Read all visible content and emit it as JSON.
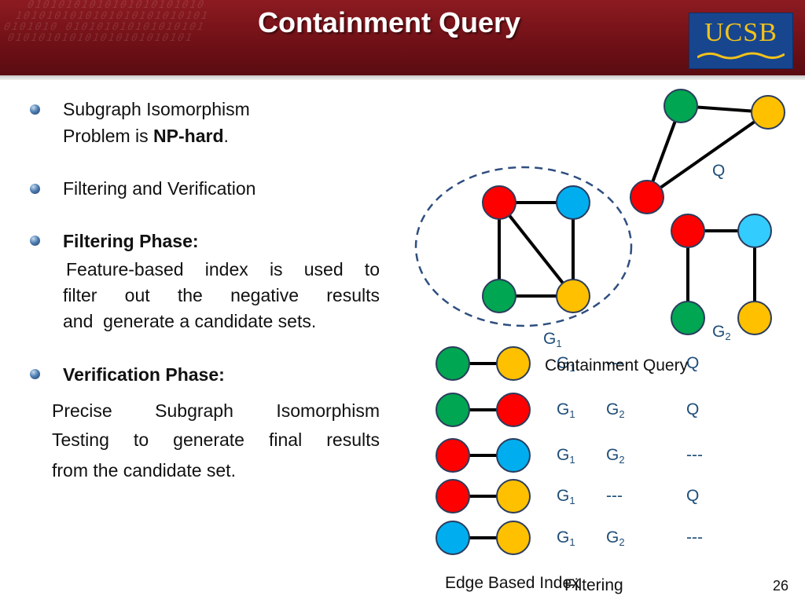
{
  "slide": {
    "title": "Containment Query",
    "logo_text": "UCSB",
    "page_number": "26"
  },
  "bullets": {
    "b1_line1": "Subgraph Isomorphism",
    "b1_line2_prefix": "Problem is ",
    "b1_line2_bold": "NP-hard",
    "b1_line2_suffix": ".",
    "b2": "Filtering and Verification",
    "b3_heading": "Filtering Phase:",
    "b3_line1": "Feature-based index is used to",
    "b3_line2": "filter out the negative results",
    "b3_line3": "and  generate a candidate sets.",
    "b4_heading": "Verification Phase:",
    "b4_line1": "Precise Subgraph Isomorphism",
    "b4_line2": "Testing to generate final results",
    "b4_line3": "from the candidate set."
  },
  "graphs": {
    "q_label": "Q",
    "g1_label": "G",
    "g1_sub": "1",
    "g2_label": "G",
    "g2_sub": "2"
  },
  "index_rows": [
    {
      "c1": "G",
      "c1_sub": "1",
      "c2": "---",
      "c2_sub": "",
      "c3": "Q"
    },
    {
      "c1": "G",
      "c1_sub": "1",
      "c2": "G",
      "c2_sub": "2",
      "c3": "Q"
    },
    {
      "c1": "G",
      "c1_sub": "1",
      "c2": "G",
      "c2_sub": "2",
      "c3": "---"
    },
    {
      "c1": "G",
      "c1_sub": "1",
      "c2": "---",
      "c2_sub": "",
      "c3": "Q"
    },
    {
      "c1": "G",
      "c1_sub": "1",
      "c2": "G",
      "c2_sub": "2",
      "c3": "---"
    }
  ],
  "overlay_caption": "Containment Query",
  "index_caption": "Edge Based Index",
  "filtering_caption": "Filtering",
  "colors": {
    "red": "#ff0000",
    "green": "#00a651",
    "blue": "#00aeef",
    "yellow": "#ffc000",
    "accent": "#1f4e79"
  }
}
